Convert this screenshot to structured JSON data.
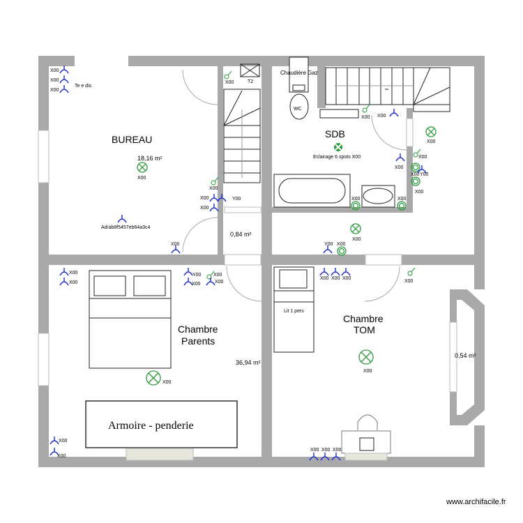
{
  "rooms": {
    "bureau": {
      "name": "BUREAU",
      "area": "18,16 m²"
    },
    "palier": {
      "area": "0,84 m²"
    },
    "sdb": {
      "name": "SDB",
      "lighting": "Eclairage 6 spots X00"
    },
    "parents": {
      "name_line1": "Chambre",
      "name_line2": "Parents",
      "area": "36,94 m²"
    },
    "tom": {
      "name_line1": "Chambre",
      "name_line2": "TOM"
    },
    "bay": {
      "area": "0,54 m²"
    }
  },
  "fixtures": {
    "tv_socket": "Te e dis",
    "panel": "T2",
    "boiler": "Chaudière Gaz",
    "wc": "WC",
    "wardrobe": "Armoire - penderie",
    "single_bed": "Lit 1 pers",
    "socket_id": "Ad/ab8f5457eb64a3c4"
  },
  "symbol_labels": {
    "x": "X00",
    "y": "Y00"
  },
  "colors": {
    "wall": "#a9a9a9",
    "light": "#2a9a3a",
    "socket": "#1a2ad0"
  },
  "footer": {
    "watermark": "www.archifacile.fr"
  }
}
